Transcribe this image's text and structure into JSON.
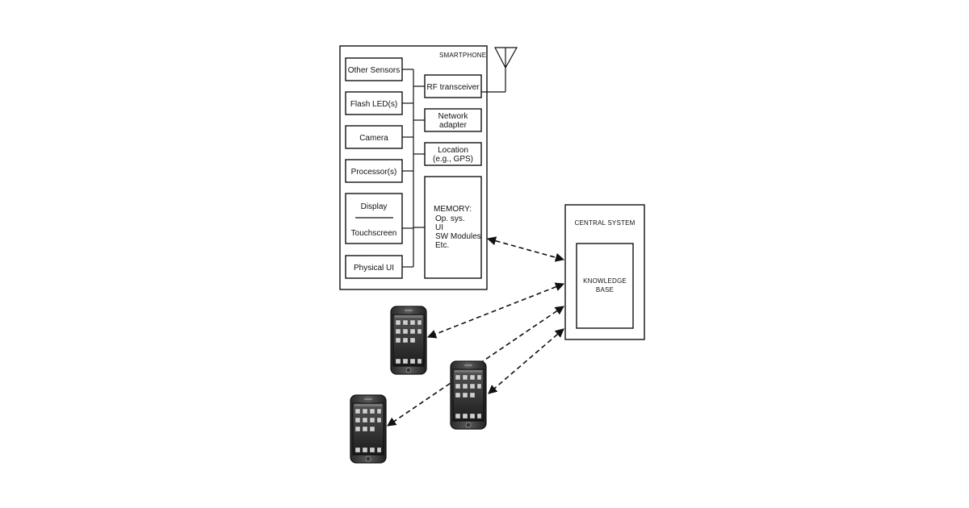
{
  "smartphone": {
    "title": "SMARTPHONE",
    "left_components": [
      "Other Sensors",
      "Flash LED(s)",
      "Camera",
      "Processor(s)"
    ],
    "display": {
      "top": "Display",
      "bottom": "Touchscreen"
    },
    "physical_ui": "Physical UI",
    "rf": "RF transceiver",
    "network": [
      "Network",
      "adapter"
    ],
    "location": [
      "Location",
      "(e.g., GPS)"
    ],
    "memory": {
      "heading": "MEMORY:",
      "items": [
        "Op. sys.",
        "UI",
        "SW Modules",
        "Etc."
      ]
    }
  },
  "central_system": {
    "title": "CENTRAL SYSTEM",
    "knowledge_base": [
      "KNOWLEDGE",
      "BASE"
    ]
  },
  "phones": [
    "phone-1",
    "phone-2",
    "phone-3"
  ]
}
